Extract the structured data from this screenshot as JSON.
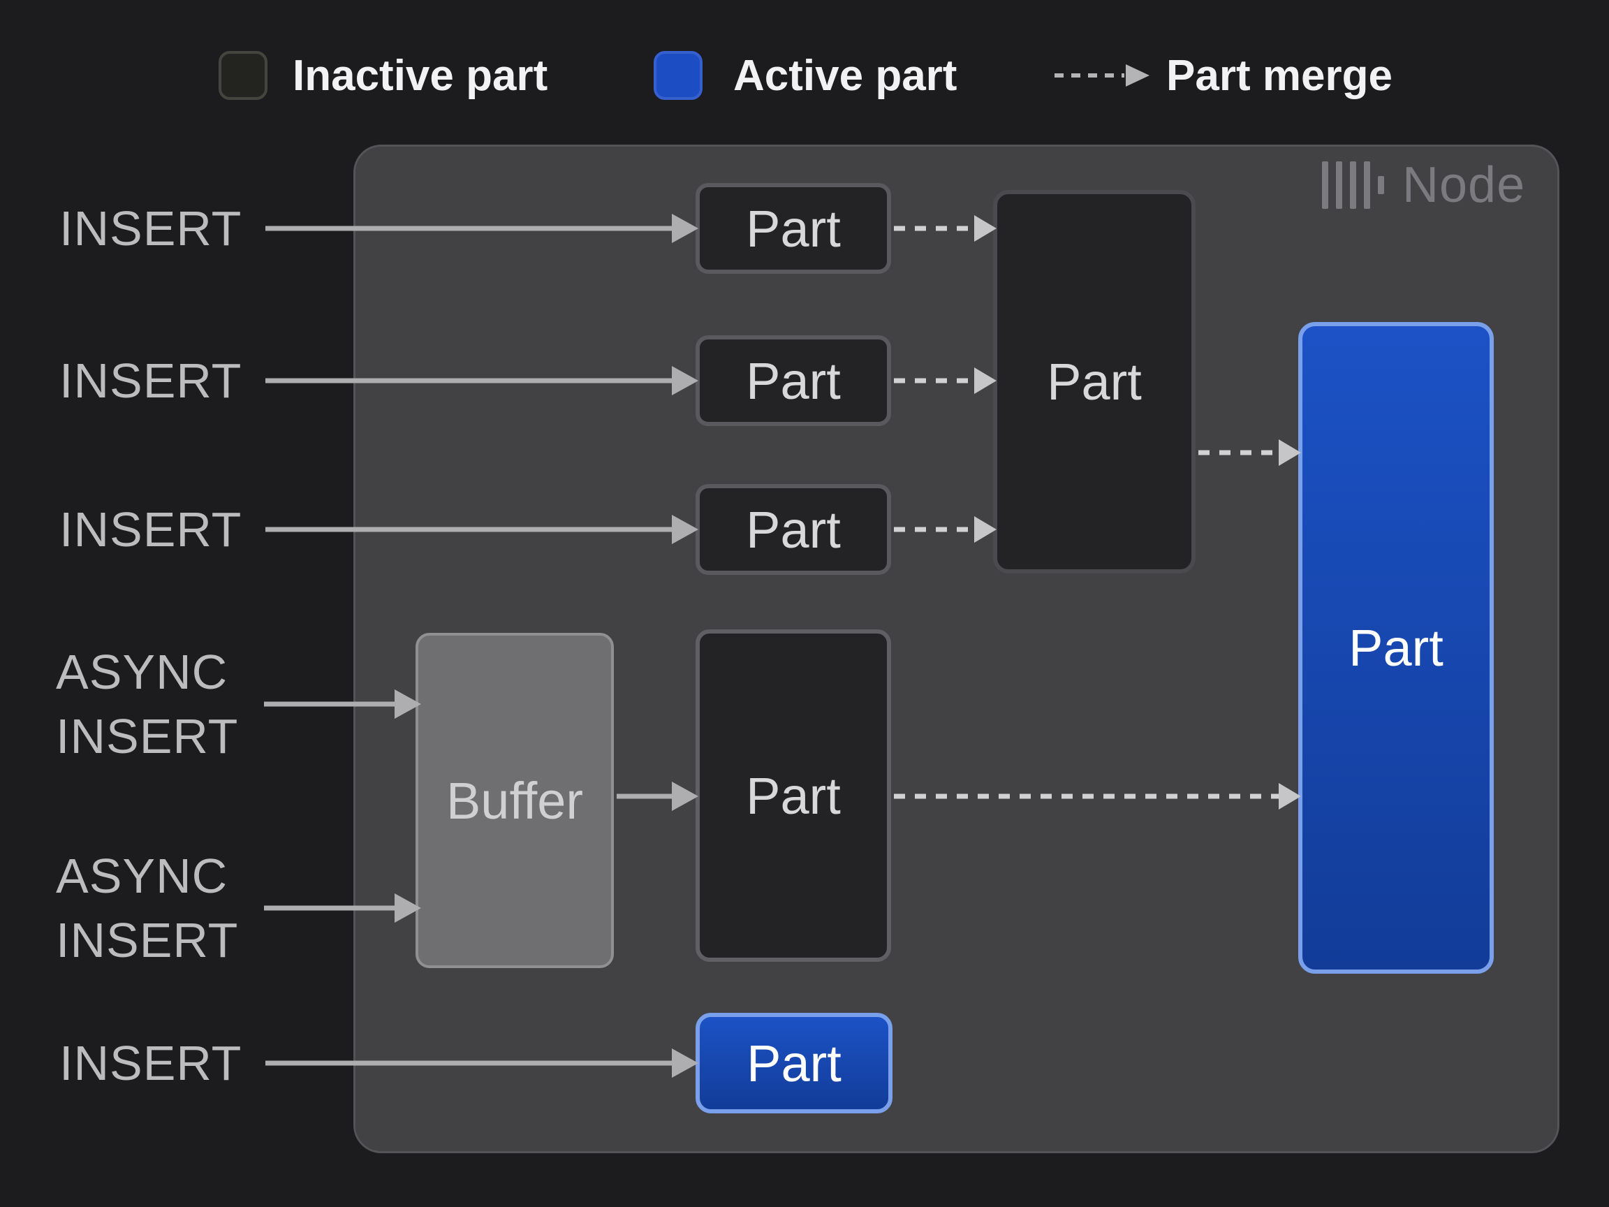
{
  "legend": {
    "inactive_label": "Inactive part",
    "active_label": "Active part",
    "merge_label": "Part merge"
  },
  "node": {
    "title": "Node",
    "logo": "clickhouse-bars-icon"
  },
  "inputs": {
    "insert1": {
      "label": "INSERT"
    },
    "insert2": {
      "label": "INSERT"
    },
    "insert3": {
      "label": "INSERT"
    },
    "async1": {
      "label": "ASYNC\nINSERT"
    },
    "async2": {
      "label": "ASYNC\nINSERT"
    },
    "insert4": {
      "label": "INSERT"
    }
  },
  "blocks": {
    "part1": {
      "label": "Part",
      "state": "inactive"
    },
    "part2": {
      "label": "Part",
      "state": "inactive"
    },
    "part3": {
      "label": "Part",
      "state": "inactive"
    },
    "merged": {
      "label": "Part",
      "state": "inactive"
    },
    "buffer": {
      "label": "Buffer",
      "state": "buffer"
    },
    "bufferPart": {
      "label": "Part",
      "state": "inactive"
    },
    "bigPart": {
      "label": "Part",
      "state": "active"
    },
    "bottomPart": {
      "label": "Part",
      "state": "active"
    }
  },
  "edges": [
    {
      "id": "insert1-part1",
      "from": "insert1",
      "to": "part1",
      "style": "solid"
    },
    {
      "id": "insert2-part2",
      "from": "insert2",
      "to": "part2",
      "style": "solid"
    },
    {
      "id": "insert3-part3",
      "from": "insert3",
      "to": "part3",
      "style": "solid"
    },
    {
      "id": "async1-buffer",
      "from": "async1",
      "to": "buffer",
      "style": "solid"
    },
    {
      "id": "async2-buffer",
      "from": "async2",
      "to": "buffer",
      "style": "solid"
    },
    {
      "id": "buffer-bufferPart",
      "from": "buffer",
      "to": "bufferPart",
      "style": "solid"
    },
    {
      "id": "insert4-bottomPart",
      "from": "insert4",
      "to": "bottomPart",
      "style": "solid"
    },
    {
      "id": "part1-merged",
      "from": "part1",
      "to": "merged",
      "style": "dashed"
    },
    {
      "id": "part2-merged",
      "from": "part2",
      "to": "merged",
      "style": "dashed"
    },
    {
      "id": "part3-merged",
      "from": "part3",
      "to": "merged",
      "style": "dashed"
    },
    {
      "id": "merged-bigPart",
      "from": "merged",
      "to": "bigPart",
      "style": "dashed"
    },
    {
      "id": "bufferPart-bigPart",
      "from": "bufferPart",
      "to": "bigPart",
      "style": "dashed"
    }
  ],
  "colors": {
    "background": "#1c1c1e",
    "node_fill": "#424244",
    "node_border": "#545458",
    "inactive_fill": "#232325",
    "inactive_border": "#5a5a5e",
    "buffer_fill": "#6f6f71",
    "buffer_border": "#909093",
    "active_top": "#1c52c6",
    "active_bottom": "#123c98",
    "active_border": "#7aa0ec",
    "active_swatch": "#1d4dc3",
    "inactive_swatch_fill": "#23231f",
    "arrow_solid": "#aeaeb0",
    "arrow_dashed": "#d2d2d4",
    "label_text": "#bcbcbe",
    "part_text": "#d8d8da",
    "legend_text": "#f2f2f4",
    "node_title_text": "#7b7b7f"
  }
}
